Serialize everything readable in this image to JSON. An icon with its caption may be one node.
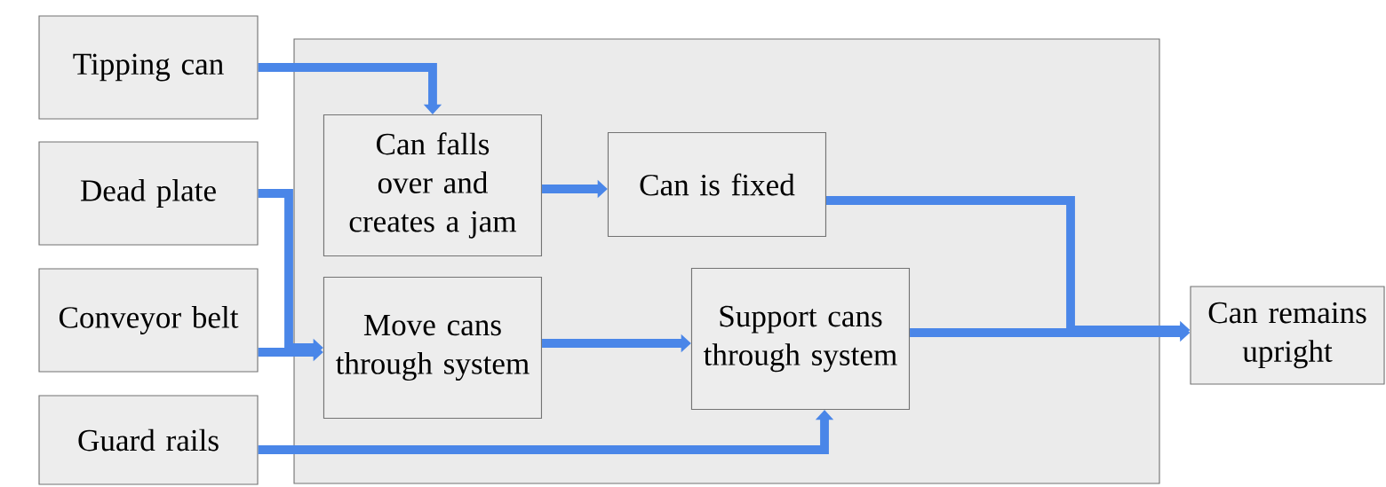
{
  "diagram": {
    "nodes": [
      {
        "text": [
          "Tipping can"
        ]
      },
      {
        "text": [
          "Dead plate"
        ]
      },
      {
        "text": [
          "Conveyor belt"
        ]
      },
      {
        "text": [
          "Guard rails"
        ]
      },
      {
        "text": [],
        "shape": "box"
      },
      {
        "text": [
          "Can falls over and creates a jam"
        ],
        "in": 4
      },
      {
        "text": [
          "Can is fixed"
        ],
        "in": 4
      },
      {
        "text": [
          "Move cans through system"
        ],
        "in": 4
      },
      {
        "text": [
          "Support cans through system"
        ],
        "in": 4
      },
      {
        "text": [
          "Can remains upright"
        ]
      }
    ],
    "edges": [
      {
        "from": 0,
        "to": 5,
        "arrow": "to"
      },
      {
        "from": 1,
        "to": 7,
        "arrow": "to"
      },
      {
        "from": 2,
        "to": 7,
        "arrow": "to"
      },
      {
        "from": 3,
        "to": 8,
        "arrow": "to"
      },
      {
        "from": 5,
        "to": 6,
        "arrow": "to"
      },
      {
        "from": 6,
        "to": 9,
        "arrow": "to"
      },
      {
        "from": 7,
        "to": 8,
        "arrow": "to"
      },
      {
        "from": 8,
        "to": 9,
        "arrow": "to"
      }
    ]
  }
}
